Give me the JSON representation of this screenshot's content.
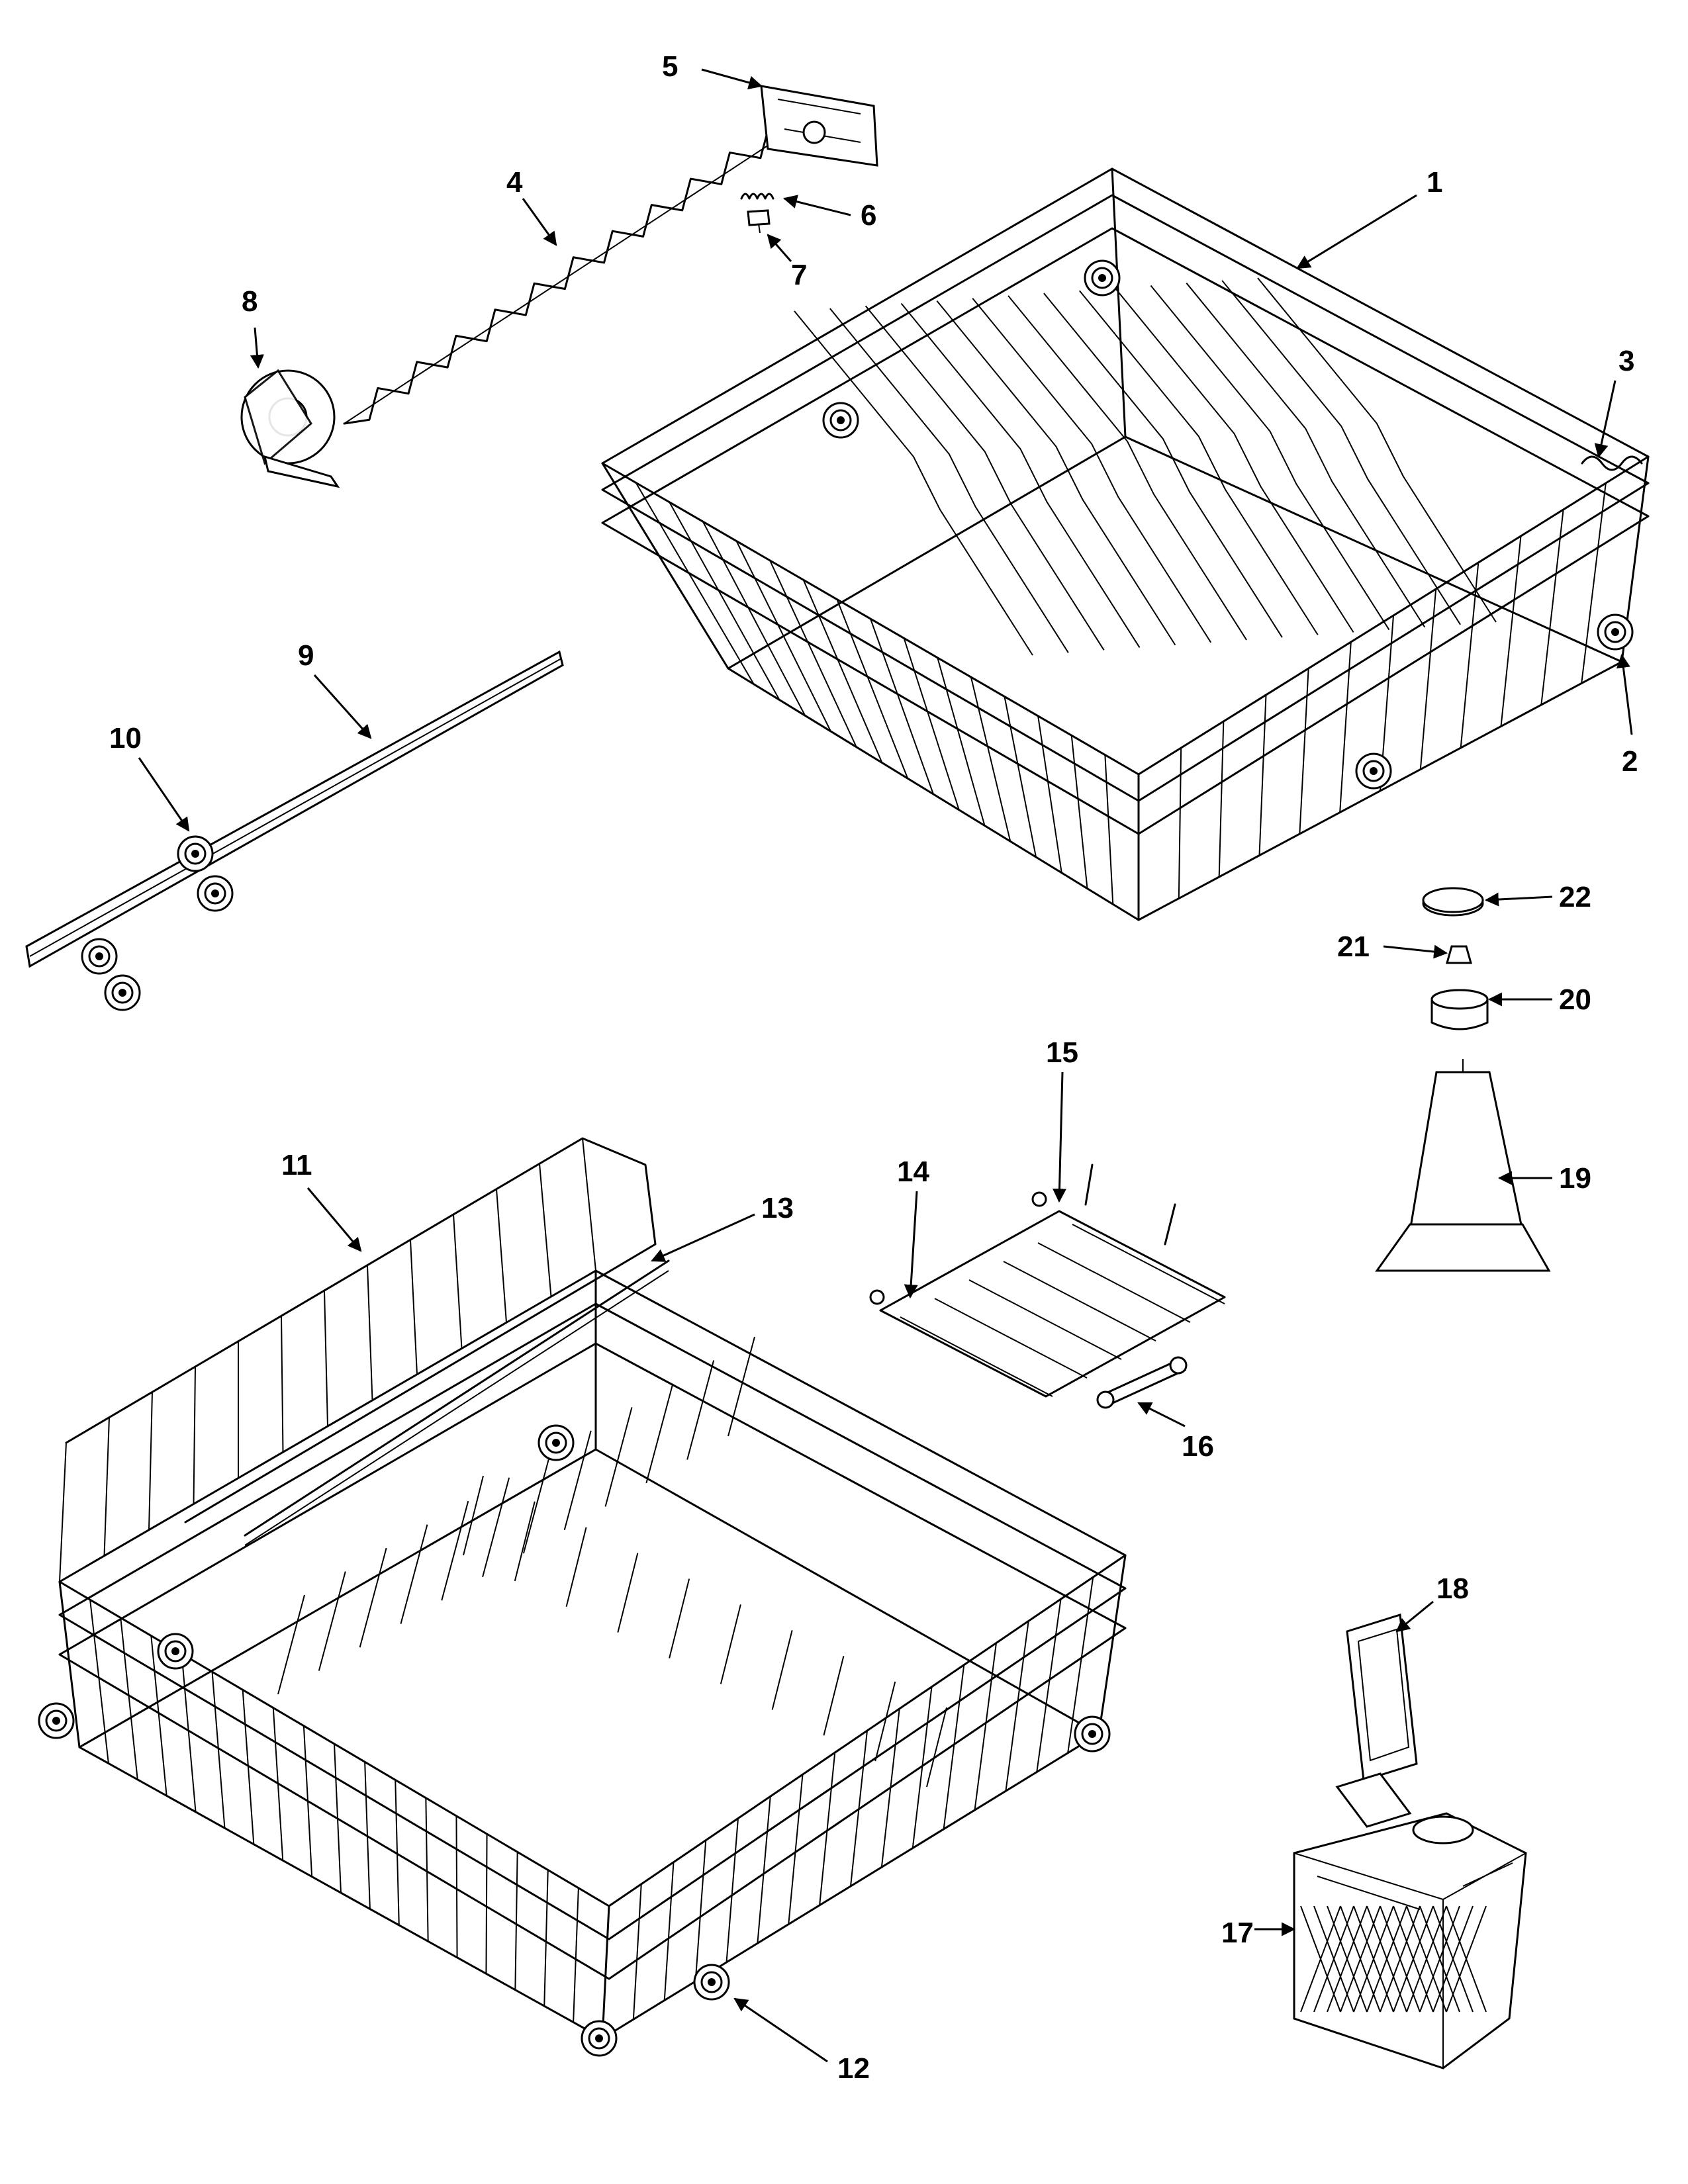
{
  "colors": {
    "line": "#000000",
    "background": "#ffffff"
  },
  "callouts": [
    "1",
    "2",
    "3",
    "4",
    "5",
    "6",
    "7",
    "8",
    "9",
    "10",
    "11",
    "12",
    "13",
    "14",
    "15",
    "16",
    "17",
    "18",
    "19",
    "20",
    "21",
    "22"
  ]
}
